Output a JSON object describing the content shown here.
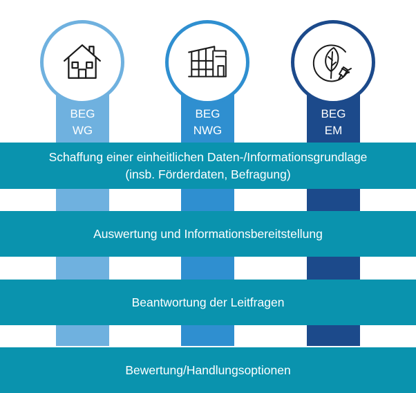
{
  "pillars": [
    {
      "id": "wg",
      "line1": "BEG",
      "line2": "WG",
      "color": "#6fb1df",
      "icon": "house-icon"
    },
    {
      "id": "nwg",
      "line1": "BEG",
      "line2": "NWG",
      "color": "#2f8fd0",
      "icon": "commercial-building-icon"
    },
    {
      "id": "em",
      "line1": "BEG",
      "line2": "EM",
      "color": "#1c4a8b",
      "icon": "leaf-plug-icon"
    }
  ],
  "bands": [
    {
      "line1": "Schaffung einer einheitlichen Daten-/Informationsgrundlage",
      "line2": "(insb. Förderdaten, Befragung)"
    },
    {
      "line1": "Auswertung und Informationsbereitstellung"
    },
    {
      "line1": "Beantwortung der Leitfragen"
    },
    {
      "line1": "Bewertung/Handlungsoptionen"
    }
  ],
  "colors": {
    "band": "#0a93ae",
    "text_on_color": "#ffffff",
    "icon_stroke": "#1a1a1a"
  }
}
